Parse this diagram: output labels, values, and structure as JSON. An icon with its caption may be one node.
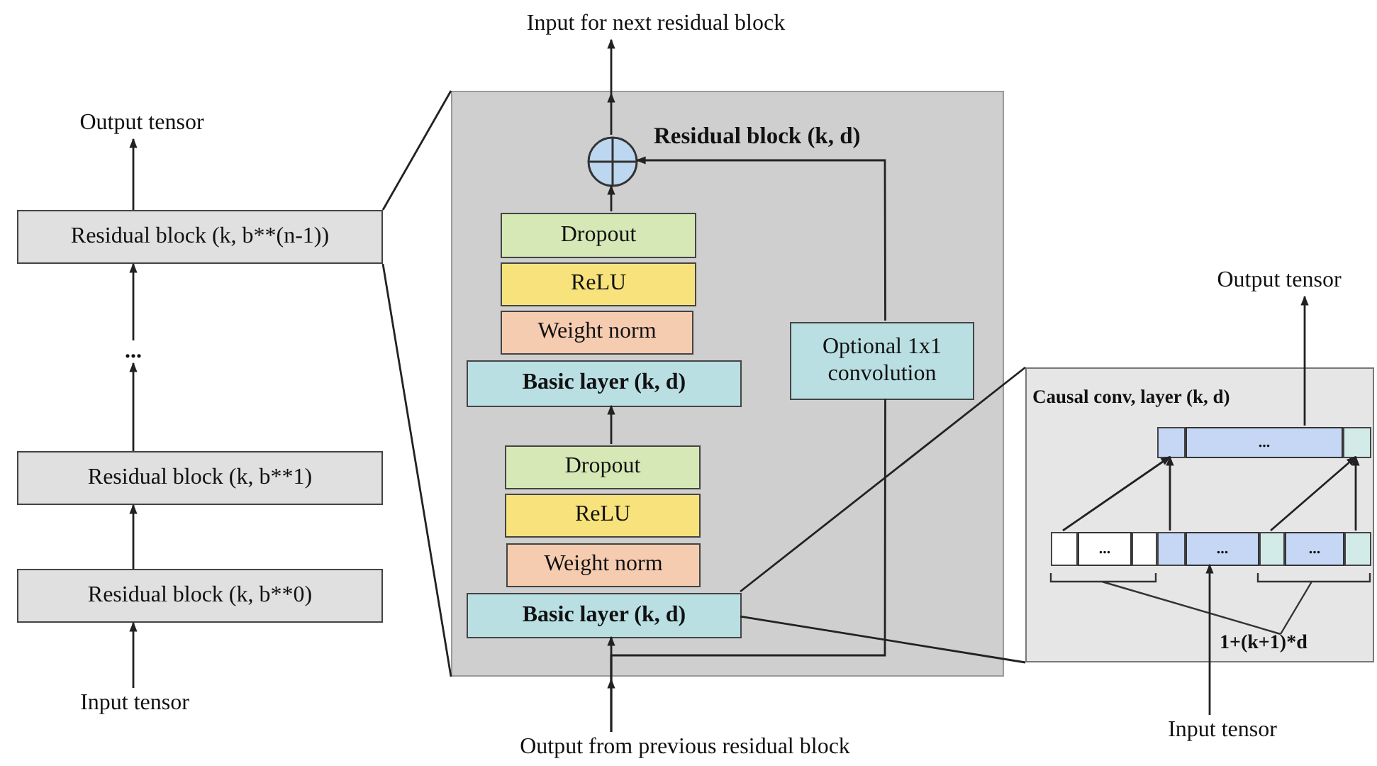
{
  "diagram": {
    "nodes": [
      {
        "text": [
          "Output tensor"
        ]
      },
      {
        "text": [
          "Residual block (k, b**(n-1))"
        ]
      },
      {
        "text": [
          "..."
        ]
      },
      {
        "text": [
          "Residual block (k, b**1)"
        ]
      },
      {
        "text": [
          "Residual block (k, b**0)"
        ]
      },
      {
        "text": [
          "Input tensor"
        ]
      },
      {
        "text": [
          "Residual block (k, d)"
        ]
      },
      {
        "text": [],
        "shape": "circle",
        "in": 6
      },
      {
        "text": [
          "Dropout"
        ],
        "in": 6
      },
      {
        "text": [
          "ReLU"
        ],
        "in": 6
      },
      {
        "text": [
          "Weight norm"
        ],
        "in": 6
      },
      {
        "text": [
          "Basic layer (k, d)"
        ],
        "in": 6
      },
      {
        "text": [
          "Optional 1x1 convolution"
        ],
        "in": 6
      },
      {
        "text": [
          "Dropout"
        ],
        "in": 6
      },
      {
        "text": [
          "ReLU"
        ],
        "in": 6
      },
      {
        "text": [
          "Weight norm"
        ],
        "in": 6
      },
      {
        "text": [
          "Basic layer (k, d)"
        ],
        "in": 6
      },
      {
        "text": [
          "Input for next residual block"
        ]
      },
      {
        "text": [
          "Output from previous residual block"
        ]
      },
      {
        "text": [
          "Causal conv, layer (k, d)"
        ]
      },
      {
        "text": [],
        "shape": "box",
        "in": 19
      },
      {
        "text": [
          "..."
        ],
        "in": 19
      },
      {
        "text": [],
        "shape": "box",
        "in": 19
      },
      {
        "text": [],
        "shape": "box",
        "in": 19
      },
      {
        "text": [
          "..."
        ],
        "in": 19
      },
      {
        "text": [],
        "shape": "box",
        "in": 19
      },
      {
        "text": [],
        "shape": "box",
        "in": 19
      },
      {
        "text": [
          "..."
        ],
        "in": 19
      },
      {
        "text": [],
        "shape": "box",
        "in": 19
      },
      {
        "text": [
          "..."
        ],
        "in": 19
      },
      {
        "text": [],
        "shape": "box",
        "in": 19
      },
      {
        "text": [
          "Output tensor"
        ]
      },
      {
        "text": [
          "Input tensor"
        ]
      }
    ],
    "edges": [
      {
        "from": 1,
        "to": 0,
        "arrow": "to"
      },
      {
        "from": 2,
        "to": 1,
        "arrow": "to"
      },
      {
        "from": 3,
        "to": 2,
        "arrow": "to"
      },
      {
        "from": 4,
        "to": 3,
        "arrow": "to"
      },
      {
        "from": 5,
        "to": 4,
        "arrow": "to"
      },
      {
        "from": 1,
        "to": 6,
        "arrow": "none"
      },
      {
        "from": 1,
        "to": 6,
        "arrow": "none"
      },
      {
        "from": 7,
        "to": 17,
        "arrow": "to"
      },
      {
        "from": 8,
        "to": 7,
        "arrow": "to"
      },
      {
        "from": 13,
        "to": 11,
        "arrow": "to"
      },
      {
        "from": 18,
        "to": 16,
        "arrow": "to"
      },
      {
        "from": 18,
        "to": 12,
        "arrow": "none"
      },
      {
        "from": 12,
        "to": 7,
        "arrow": "to"
      },
      {
        "from": 16,
        "to": 19,
        "arrow": "none"
      },
      {
        "from": 16,
        "to": 19,
        "arrow": "none"
      },
      {
        "from": 23,
        "to": 20,
        "arrow": "to"
      },
      {
        "from": 26,
        "to": 20,
        "arrow": "to"
      },
      {
        "from": 28,
        "to": 22,
        "arrow": "to"
      },
      {
        "from": 30,
        "to": 22,
        "arrow": "to"
      },
      {
        "from": 21,
        "to": 31,
        "arrow": "to"
      },
      {
        "from": 32,
        "to": 27,
        "arrow": "to"
      }
    ],
    "labels": [
      "1+(k+1)*d"
    ]
  }
}
